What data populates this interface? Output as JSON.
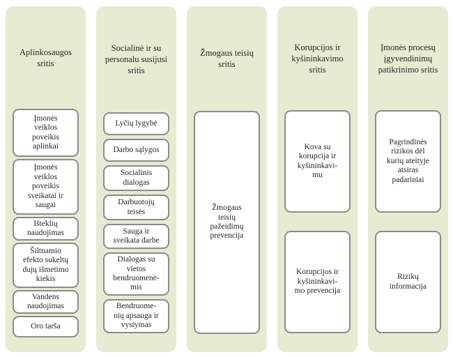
{
  "diagram": {
    "colors": {
      "panel_background": "#e6ecd2",
      "box_background": "#fefefe",
      "box_border": "#8b8b8b",
      "text": "#262626"
    },
    "columns": [
      {
        "title": "Aplinkosaugos\nsritis",
        "boxes": [
          "Įmonės\nveiklos\npoveikis\naplinkai",
          "Įmonės\nveiklos\npoveikis\nsveikatai ir\nsaugai",
          "Išteklių\nnaudojimas",
          "Šiltnamio\nefekto sukeltų\ndujų išmetimo\nkiekis",
          "Vandens\nnaudojimas",
          "Oro tarša"
        ]
      },
      {
        "title": "Socialinė ir su\npersonalu susijusi\nsritis",
        "boxes": [
          "Lyčių lygybė",
          "Darbo sąlygos",
          "Socialinis\ndialogas",
          "Darbuotojų\nteisės",
          "Sauga ir\nsveikata darbe",
          "Dialogas su\nvietos\nbendruomenė-\nmis",
          "Bendruome-\nnių apsauga ir\nvystymas"
        ]
      },
      {
        "title": "Žmogaus teisių\nsritis",
        "boxes": [
          "Žmogaus\nteisių\npažeidimų\nprevencija"
        ]
      },
      {
        "title": "Korupcijos ir\nkyšininkavimo\nsritis",
        "boxes": [
          "Kova su\nkorupcija ir\nkyšininkavi-\nmu",
          "Korupcijos ir\nkyšininkavi-\nmo prevencija"
        ]
      },
      {
        "title": "Įmonės procesų\nįgyvendinimų\npatikrinimo sritis",
        "boxes": [
          "Pagrindinės\nrizikos dėl\nkurių ateityje\natsiras\npadariniai",
          "Rizikų\ninformacija"
        ]
      }
    ]
  }
}
